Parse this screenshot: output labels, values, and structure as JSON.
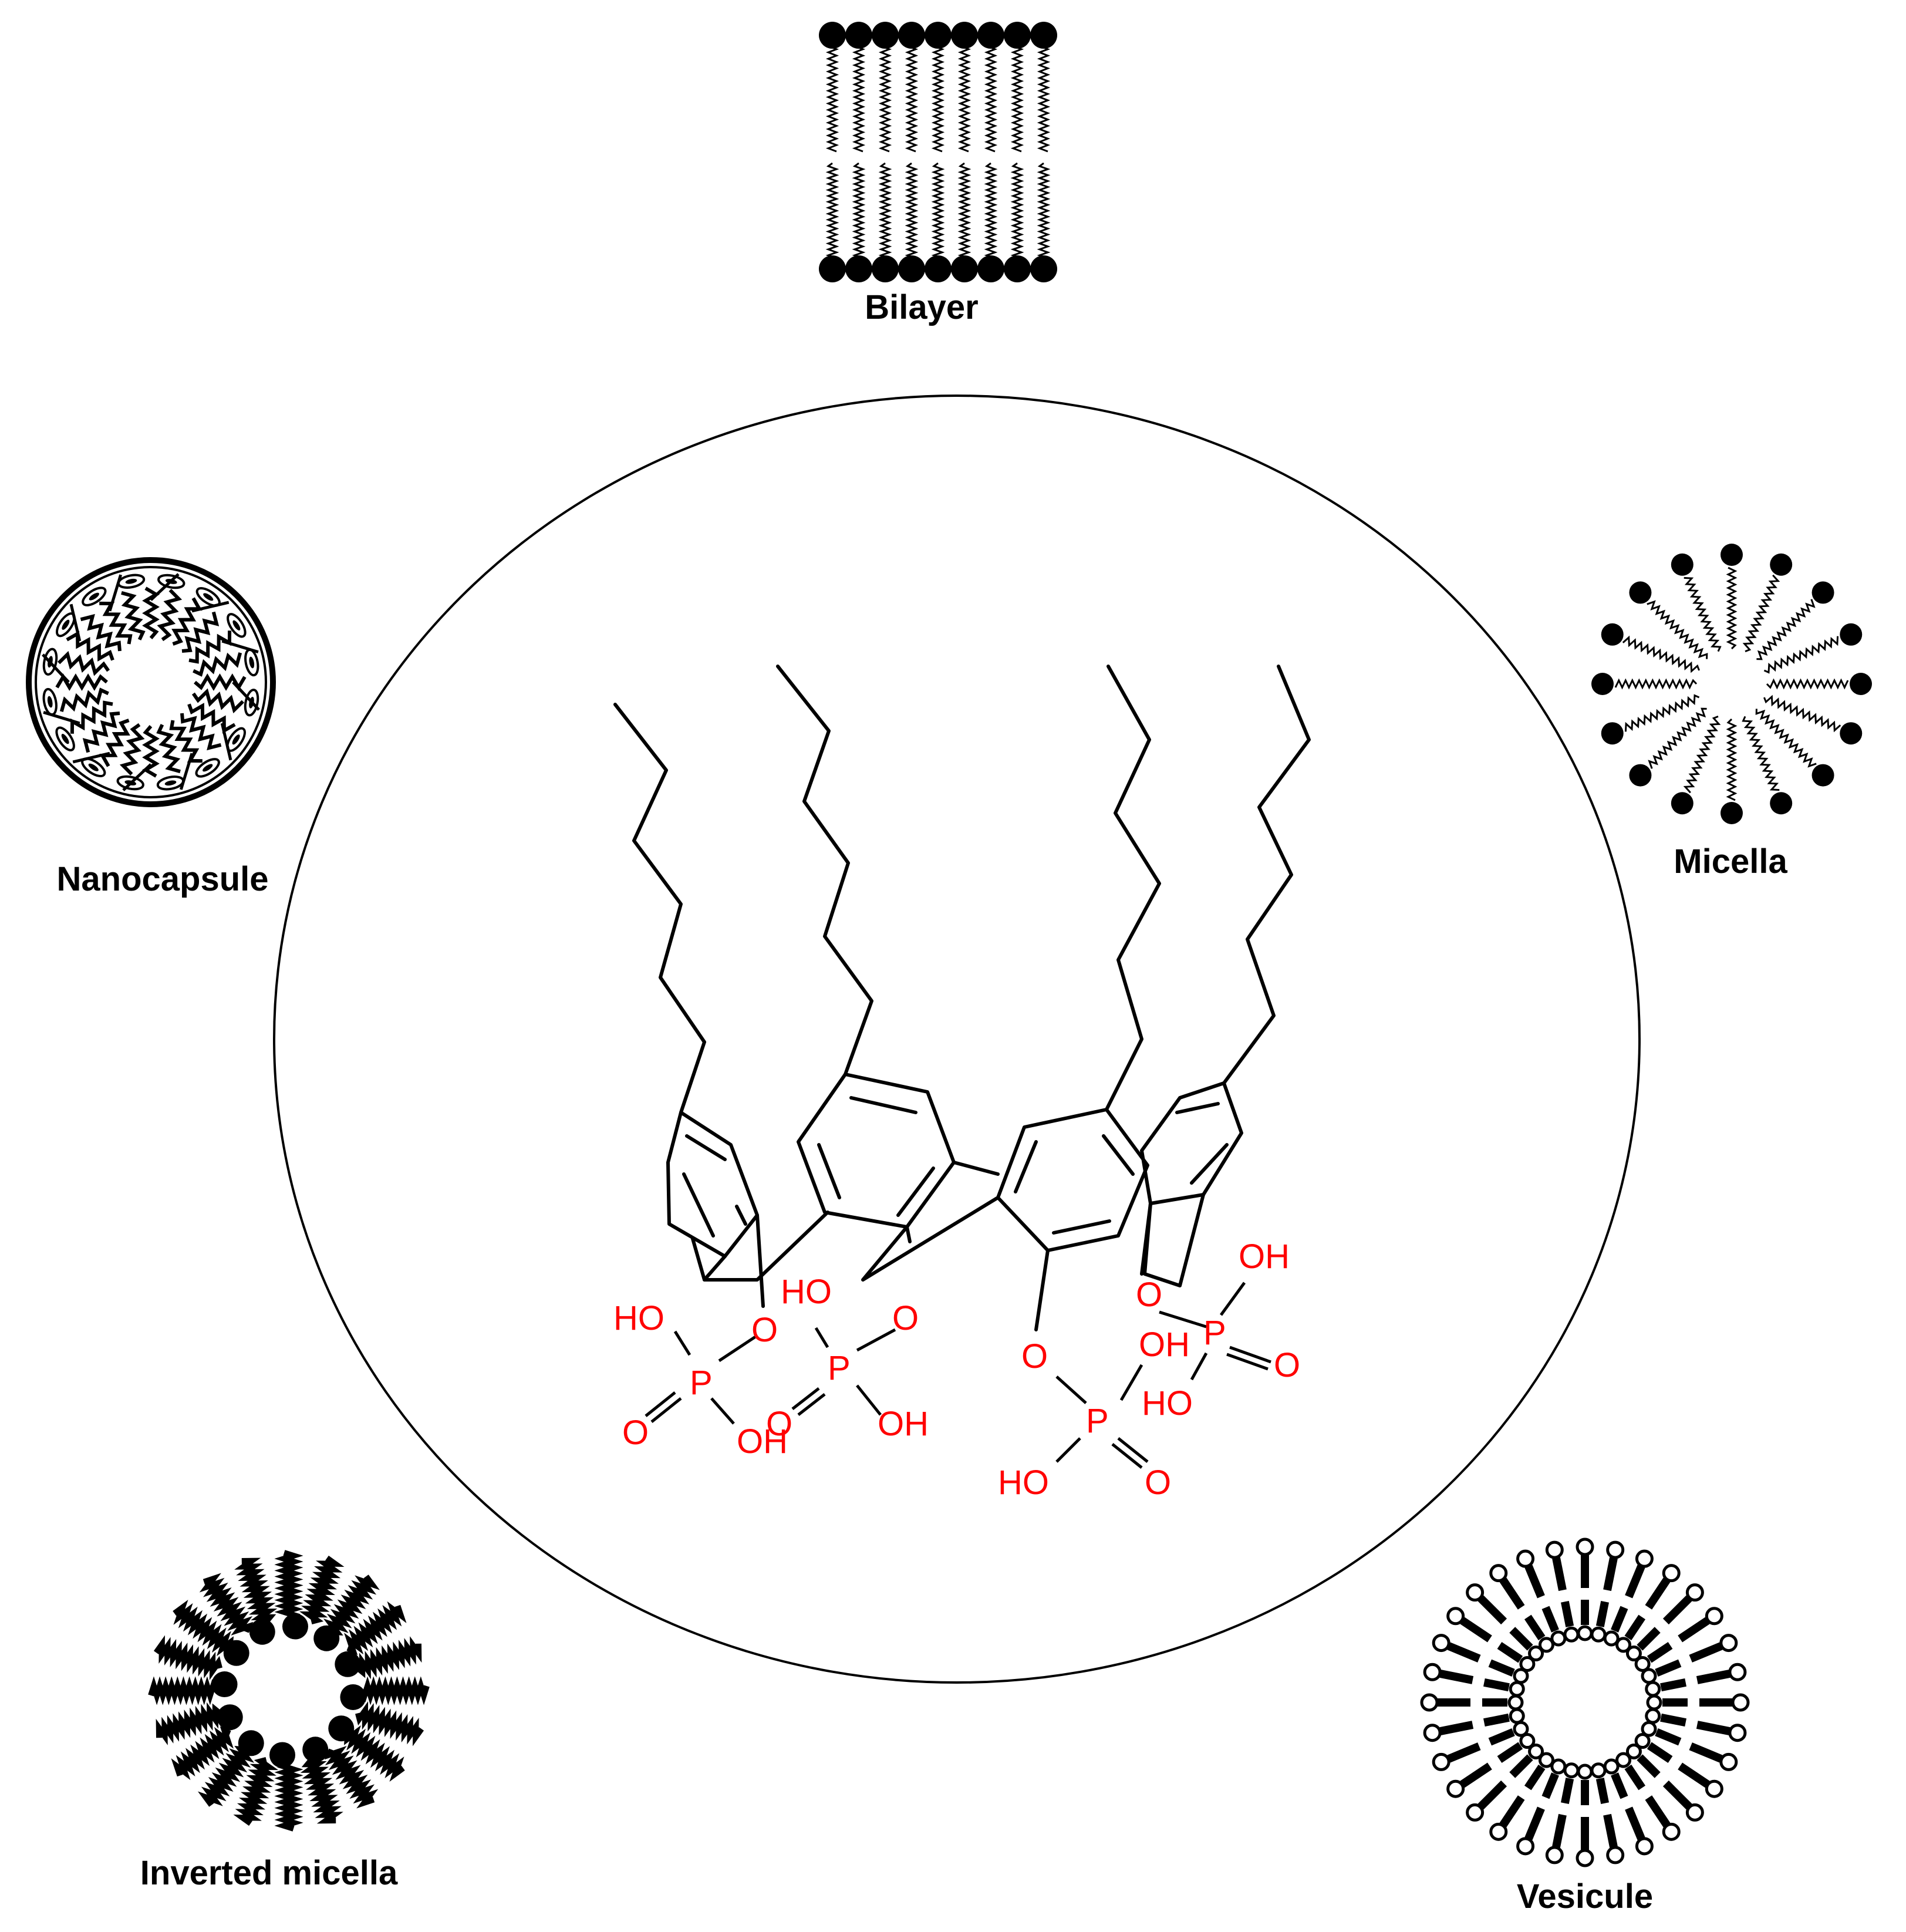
{
  "structures": {
    "bilayer": {
      "label": "Bilayer"
    },
    "nanocapsule": {
      "label": "Nanocapsule"
    },
    "micella": {
      "label": "Micella"
    },
    "inverted_micella": {
      "label": "Inverted micella"
    },
    "vesicule": {
      "label": "Vesicule"
    }
  },
  "molecule": {
    "atom_color": "#ff0000",
    "bond_color": "#000000",
    "group_1": {
      "oh_upper": "HO",
      "o_bridge": "O",
      "p": "P",
      "o_double": "O",
      "oh_lower": "OH"
    },
    "group_2": {
      "oh_upper": "HO",
      "o_bridge": "O",
      "p": "P",
      "o_double": "O",
      "oh_lower": "OH"
    },
    "group_3": {
      "o_bridge": "O",
      "oh_upper": "OH",
      "p": "P",
      "o_double": "O",
      "oh_lower": "HO"
    },
    "group_4": {
      "o_bridge": "O",
      "oh_upper": "OH",
      "p": "P",
      "o_double": "O",
      "oh_lower": "HO"
    }
  },
  "colors": {
    "ink": "#000000",
    "background": "#ffffff",
    "phosphate": "#ff0000"
  }
}
